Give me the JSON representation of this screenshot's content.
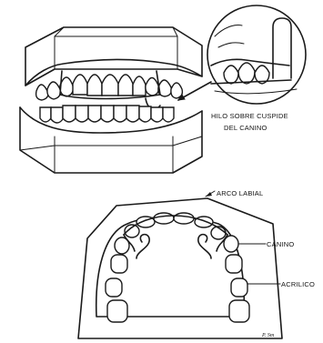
{
  "labels": {
    "wire_caption_line1": "HILO SOBRE CUSPIDE",
    "wire_caption_line2": "DEL CANINO",
    "arco_labial": "ARCO LABIAL",
    "canino": "CANINO",
    "acrilico": "ACRILICO",
    "signature": "P. Sm"
  }
}
